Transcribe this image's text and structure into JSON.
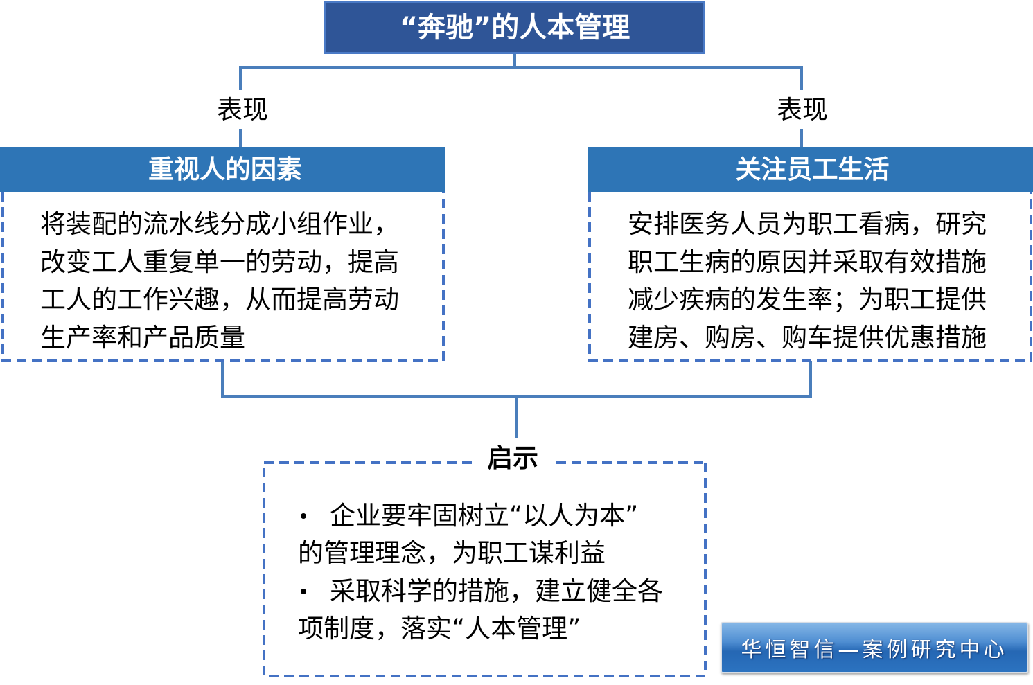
{
  "title": "“奔驰”的人本管理",
  "branches": [
    {
      "relation": "表现",
      "heading": "重视人的因素",
      "lines": [
        "将装配的流水线分成小组作业，",
        "改变工人重复单一的劳动，提高",
        "工人的工作兴趣，从而提高劳动",
        "生产率和产品质量"
      ]
    },
    {
      "relation": "表现",
      "heading": "关注员工生活",
      "lines": [
        "安排医务人员为职工看病，研究",
        "职工生病的原因并采取有效措施",
        "减少疾病的发生率；为职工提供",
        "建房、购房、购车提供优惠措施"
      ]
    }
  ],
  "insight": {
    "label": "启示",
    "items": [
      {
        "lines": [
          "企业要牢固树立“以人为本”",
          "的管理理念，为职工谋利益"
        ]
      },
      {
        "lines": [
          "采取科学的措施，建立健全各",
          "项制度，落实“人本管理”"
        ]
      }
    ]
  },
  "watermark": "华恒智信—案例研究中心",
  "icons": {
    "bullet": "bullet-icon"
  },
  "colors": {
    "title_fill": "#2F5597",
    "heading_fill": "#2E75B6",
    "connector": "#4A7EBB",
    "dash_border": "#4472C4"
  }
}
